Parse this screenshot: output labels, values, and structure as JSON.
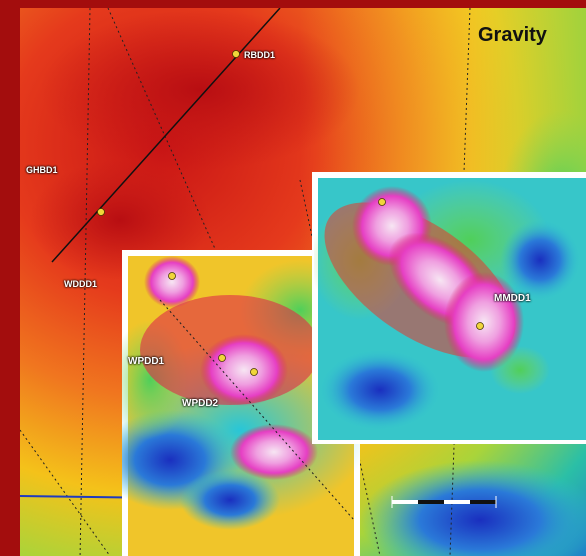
{
  "map": {
    "title": "Gravity",
    "drill_holes": [
      {
        "id": "rbdd1",
        "label": "RBDD1"
      },
      {
        "id": "ghbd1",
        "label": "GHBD1"
      },
      {
        "id": "wddd1",
        "label": "WDDD1"
      },
      {
        "id": "mmdd1",
        "label": "MMDD1"
      },
      {
        "id": "wpdd1",
        "label": "WPDD1"
      },
      {
        "id": "wpdd2",
        "label": "WPDD2"
      }
    ],
    "colors": {
      "frame_border": "#a30d0d",
      "high_gravity": "#d81e1e",
      "mid_gravity": "#f4c21a",
      "low_gravity": "#1c6fd4",
      "anomaly_peak": "#ef5fd8",
      "drill_hole_marker": "#f0d63a",
      "boundary_line": "#1f3bbf"
    },
    "scale_bar": {
      "present": true
    }
  }
}
